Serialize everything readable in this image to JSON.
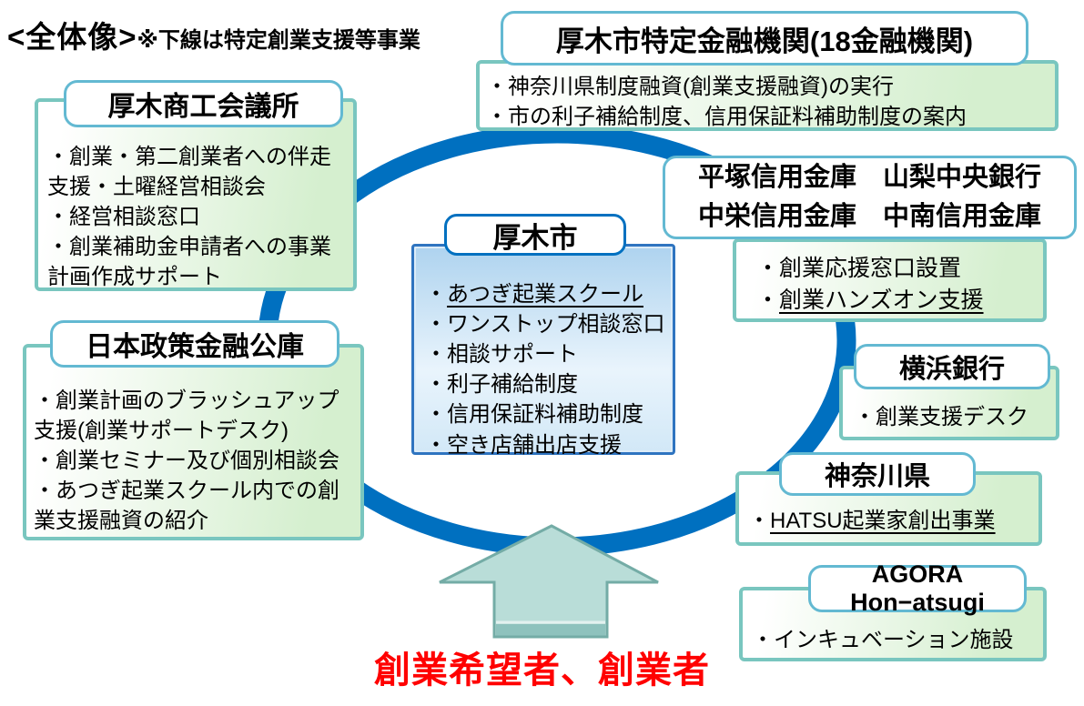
{
  "header": {
    "title": "<全体像>",
    "note": "※下線は特定創業支援等事業"
  },
  "boxes": {
    "finance18": {
      "title": "厚木市特定金融機関(18金融機関)",
      "items": [
        {
          "t": "・神奈川県制度融資(創業支援融資)の実行"
        },
        {
          "t": "・市の利子補給制度、信用保証料補助制度の案内"
        }
      ]
    },
    "chamber": {
      "title": "厚木商工会議所",
      "items": [
        {
          "t": "・創業・第二創業者への伴走支援・土曜経営相談会"
        },
        {
          "t": "・経営相談窓口"
        },
        {
          "t": "・創業補助金申請者への事業計画作成サポート"
        }
      ]
    },
    "jfc": {
      "title": "日本政策金融公庫",
      "items": [
        {
          "t": "・創業計画のブラッシュアップ支援(創業サポートデスク)"
        },
        {
          "t": "・創業セミナー及び個別相談会"
        },
        {
          "t": "・あつぎ起業スクール内での創業支援融資の紹介"
        }
      ]
    },
    "city": {
      "title": "厚木市",
      "items": [
        {
          "b": "・",
          "t": "あつぎ起業スクール",
          "underline": true
        },
        {
          "t": "・ワンストップ相談窓口"
        },
        {
          "t": "・相談サポート"
        },
        {
          "t": "・利子補給制度"
        },
        {
          "t": "・信用保証料補助制度"
        },
        {
          "t": "・空き店舗出店支援"
        }
      ]
    },
    "shinkin": {
      "title_line1": "平塚信用金庫　山梨中央銀行",
      "title_line2": "中栄信用金庫　中南信用金庫",
      "items": [
        {
          "t": "・創業応援窓口設置"
        },
        {
          "b": "・",
          "t": "創業ハンズオン支援",
          "underline": true
        }
      ]
    },
    "yokohama": {
      "title": "横浜銀行",
      "items": [
        {
          "t": "・創業支援デスク"
        }
      ]
    },
    "kanagawa": {
      "title": "神奈川県",
      "items": [
        {
          "b": "・",
          "t": "HATSU起業家創出事業",
          "underline": true
        }
      ]
    },
    "agora": {
      "title": "AGORA Hon−atsugi",
      "items": [
        {
          "t": "・インキュベーション施設"
        }
      ]
    }
  },
  "footer": {
    "label": "創業希望者、創業者"
  },
  "colors": {
    "ellipse_blue": "#0070C0",
    "green_box_border": "#79C6BF",
    "green_tab_border": "#63B9D2",
    "city_border_blue": "#2F74C0",
    "green_fill": "#D5EFCF",
    "blue_fill": "#AED3EF",
    "arrow_fill": "#B9DDD8",
    "arrow_border": "#74ACA6",
    "footer_red": "#FF0000"
  }
}
